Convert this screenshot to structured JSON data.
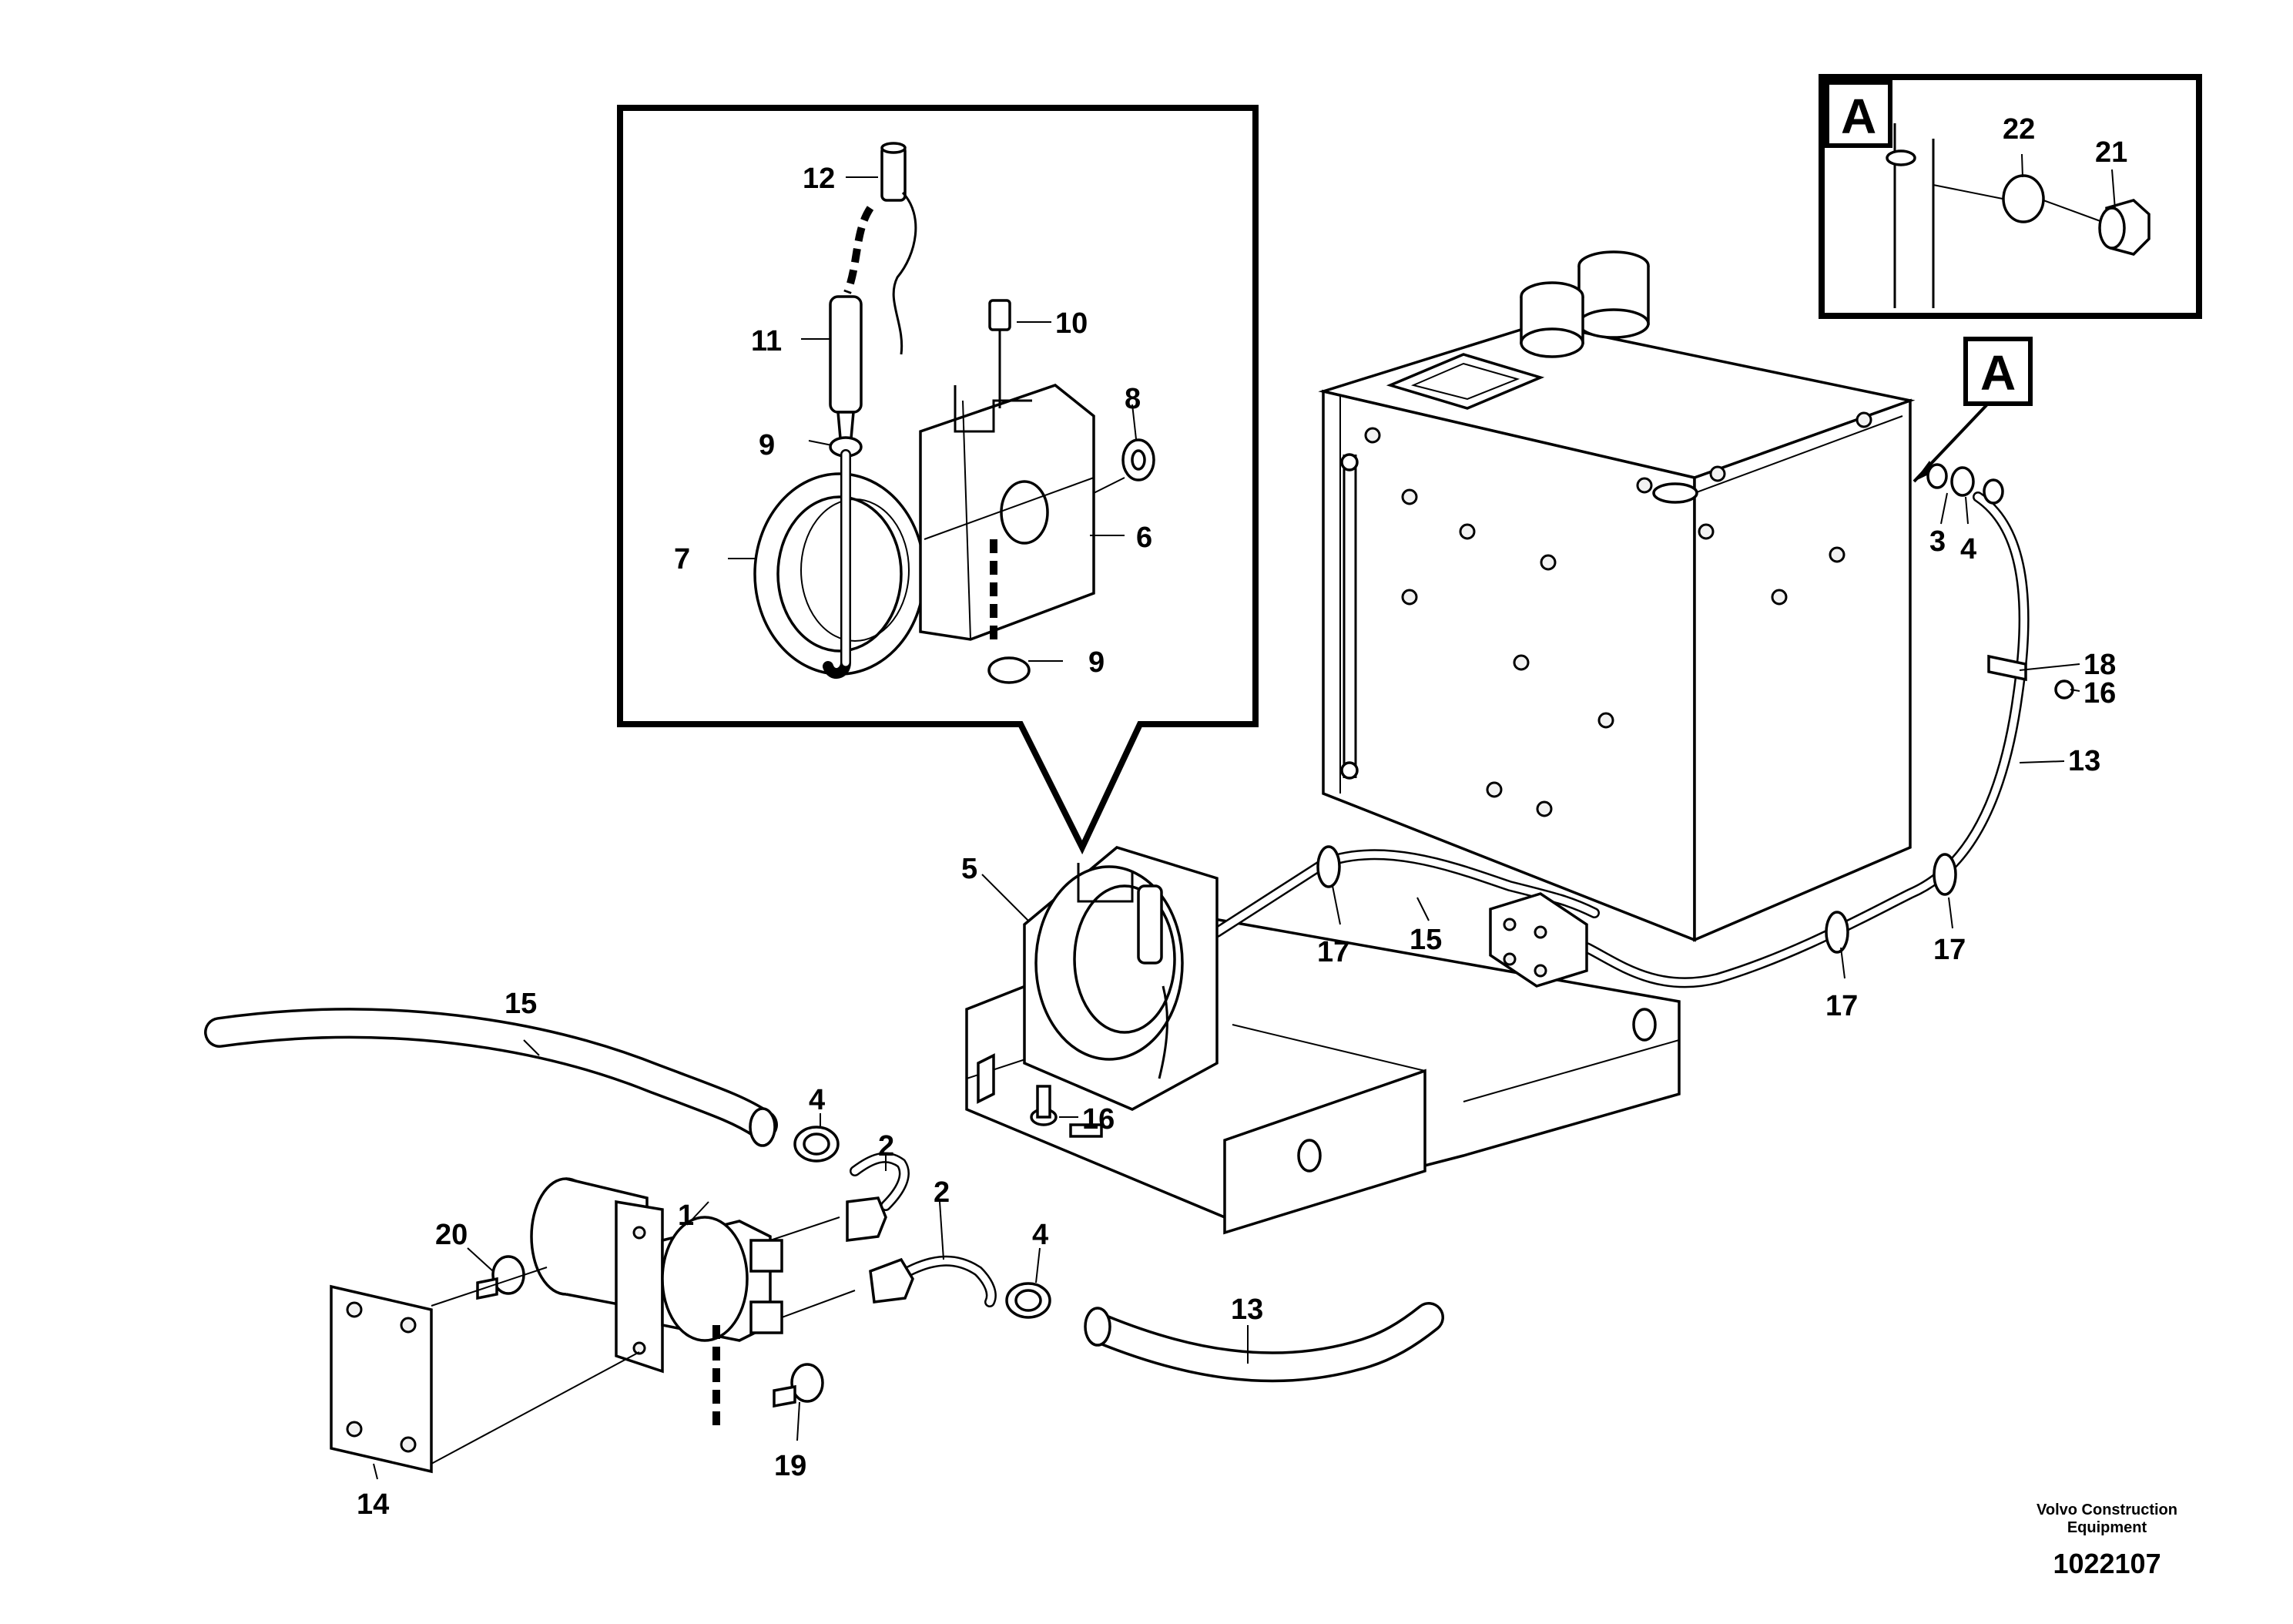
{
  "callouts": {
    "c1": "1",
    "c2a": "2",
    "c2b": "2",
    "c3": "3",
    "c4a": "4",
    "c4b": "4",
    "c4c": "4",
    "c5": "5",
    "c6": "6",
    "c7": "7",
    "c8": "8",
    "c9a": "9",
    "c9b": "9",
    "c10": "10",
    "c11": "11",
    "c12": "12",
    "c13a": "13",
    "c13b": "13",
    "c14": "14",
    "c15a": "15",
    "c15b": "15",
    "c16a": "16",
    "c16b": "16",
    "c17a": "17",
    "c17b": "17",
    "c17c": "17",
    "c18": "18",
    "c19": "19",
    "c20": "20",
    "c21": "21",
    "c22": "22"
  },
  "detail_marker": {
    "inset_label": "A",
    "pointer_label": "A"
  },
  "credit": {
    "line1": "Volvo Construction",
    "line2": "Equipment"
  },
  "document_number": "1022107"
}
